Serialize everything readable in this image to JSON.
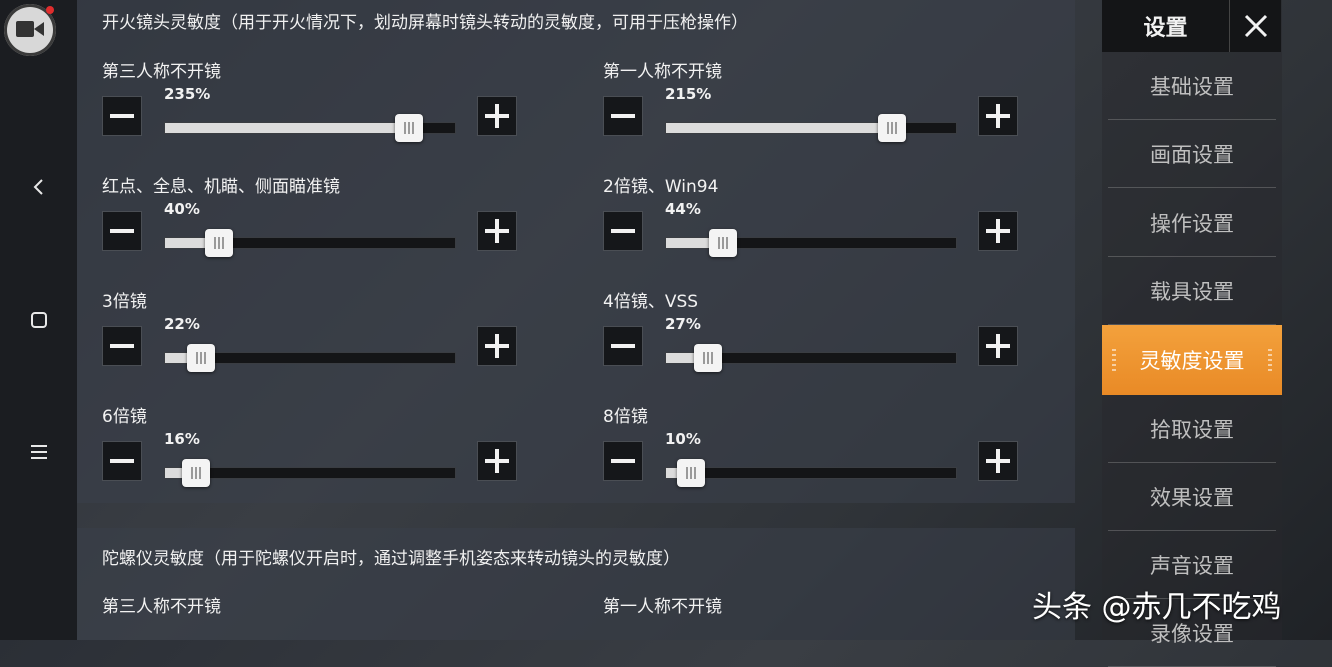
{
  "fire_section": {
    "title": "开火镜头灵敏度（用于开火情况下，划动屏幕时镜头转动的灵敏度，可用于压枪操作）",
    "settings": [
      {
        "label": "第三人称不开镜",
        "value": "235%",
        "level": 0.78
      },
      {
        "label": "第一人称不开镜",
        "value": "215%",
        "level": 0.72
      },
      {
        "label": "红点、全息、机瞄、侧面瞄准镜",
        "value": "40%",
        "level": 0.13
      },
      {
        "label": "2倍镜、Win94",
        "value": "44%",
        "level": 0.14
      },
      {
        "label": "3倍镜",
        "value": "22%",
        "level": 0.07
      },
      {
        "label": "4倍镜、VSS",
        "value": "27%",
        "level": 0.09
      },
      {
        "label": "6倍镜",
        "value": "16%",
        "level": 0.05
      },
      {
        "label": "8倍镜",
        "value": "10%",
        "level": 0.03
      }
    ]
  },
  "gyro_section": {
    "title": "陀螺仪灵敏度（用于陀螺仪开启时，通过调整手机姿态来转动镜头的灵敏度）",
    "labels": [
      "第三人称不开镜",
      "第一人称不开镜"
    ]
  },
  "menu": {
    "header": "设置",
    "items": [
      "基础设置",
      "画面设置",
      "操作设置",
      "载具设置",
      "灵敏度设置",
      "拾取设置",
      "效果设置",
      "声音设置",
      "录像设置"
    ],
    "active_index": 4,
    "accent": "#e98a26"
  },
  "watermark": "头条 @赤几不吃鸡"
}
